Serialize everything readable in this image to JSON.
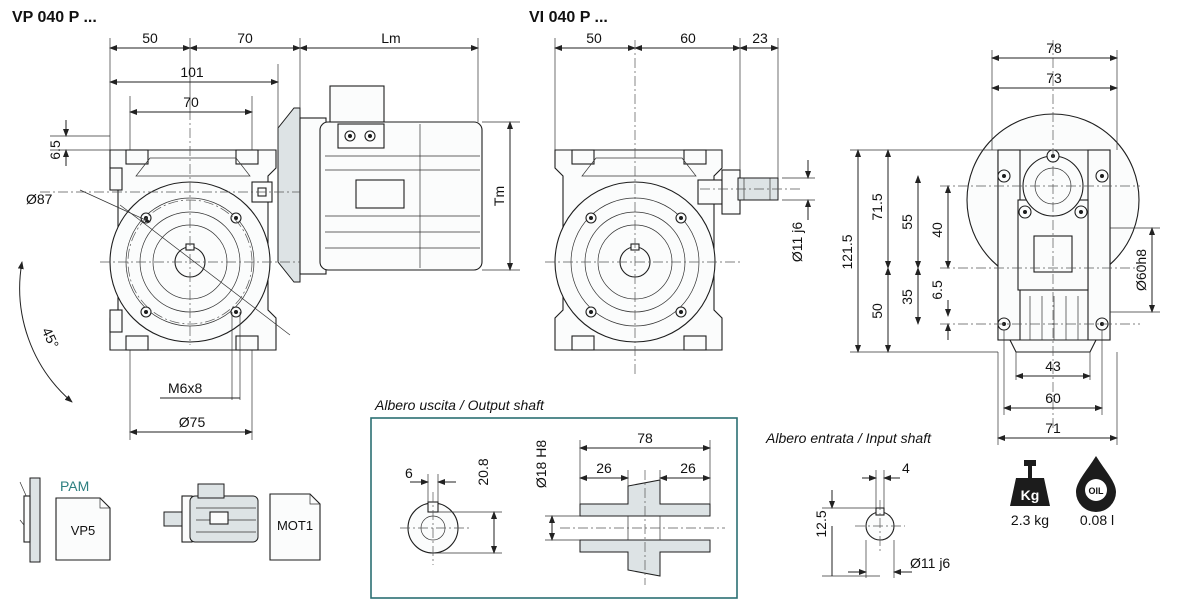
{
  "titles": {
    "left": "VP 040 P ...",
    "middle": "VI 040 P ..."
  },
  "left_view": {
    "dims": {
      "d50": "50",
      "d70": "70",
      "lm": "Lm",
      "d101": "101",
      "d70b": "70",
      "d6_5": "6.5",
      "d87": "Ø87",
      "tm": "Tm",
      "angle": "45°",
      "m6": "M6x8",
      "d75": "Ø75"
    }
  },
  "middle_view": {
    "dims": {
      "d50": "50",
      "d60": "60",
      "d23": "23",
      "d11": "Ø11 j6"
    }
  },
  "right_view": {
    "dims": {
      "d78": "78",
      "d73": "73",
      "d121": "121.5",
      "d71": "71.5",
      "d55": "55",
      "d40": "40",
      "d60h8": "Ø60h8",
      "d50": "50",
      "d35": "35",
      "d6_5": "6.5",
      "d43": "43",
      "d60": "60",
      "d71b": "71"
    }
  },
  "output_shaft": {
    "caption": "Albero uscita / Output shaft",
    "dims": {
      "d6": "6",
      "d20_8": "20.8",
      "d18": "Ø18 H8",
      "d78": "78",
      "d26a": "26",
      "d26b": "26"
    }
  },
  "input_shaft": {
    "caption": "Albero entrata / Input shaft",
    "dims": {
      "d4": "4",
      "d12_5": "12.5",
      "d11": "Ø11 j6"
    }
  },
  "options": {
    "pam": "PAM",
    "vp5": "VP5",
    "mot1": "MOT1"
  },
  "weight": {
    "icon_label": "Kg",
    "value": "2.3 kg"
  },
  "oil": {
    "icon_label": "OIL",
    "value": "0.08 l"
  },
  "colors": {
    "accent": "#2d7f80",
    "frame": "#2b6f73",
    "part_grey": "#dde3e5"
  }
}
